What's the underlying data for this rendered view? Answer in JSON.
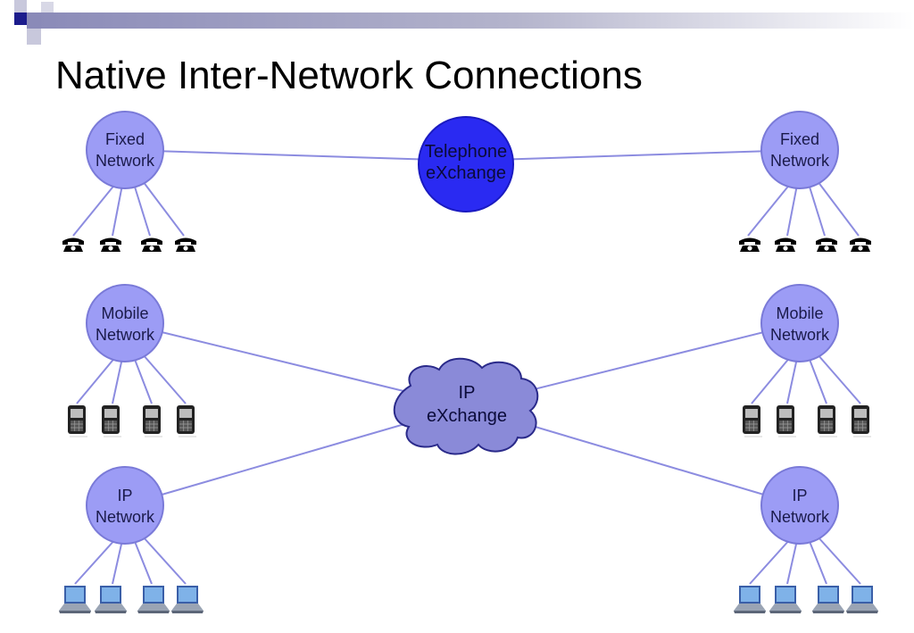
{
  "slide": {
    "title": "Native Inter-Network Connections"
  },
  "colors": {
    "node_fill": "#9c9cf5",
    "node_stroke": "#7a7ad8",
    "telephone_hub": "#2a2af2",
    "cloud": "#8a8ad8",
    "link": "#8c8ce0"
  },
  "hubs": {
    "telephone": {
      "line1": "Telephone",
      "line2": "eXchange"
    },
    "ip": {
      "line1": "IP",
      "line2": "eXchange"
    }
  },
  "nodes": {
    "fixed_left": {
      "line1": "Fixed",
      "line2": "Network",
      "device_icon": "telephone-icon"
    },
    "fixed_right": {
      "line1": "Fixed",
      "line2": "Network",
      "device_icon": "telephone-icon"
    },
    "mobile_left": {
      "line1": "Mobile",
      "line2": "Network",
      "device_icon": "mobile-phone-icon"
    },
    "mobile_right": {
      "line1": "Mobile",
      "line2": "Network",
      "device_icon": "mobile-phone-icon"
    },
    "ip_left": {
      "line1": "IP",
      "line2": "Network",
      "device_icon": "laptop-icon"
    },
    "ip_right": {
      "line1": "IP",
      "line2": "Network",
      "device_icon": "laptop-icon"
    }
  }
}
